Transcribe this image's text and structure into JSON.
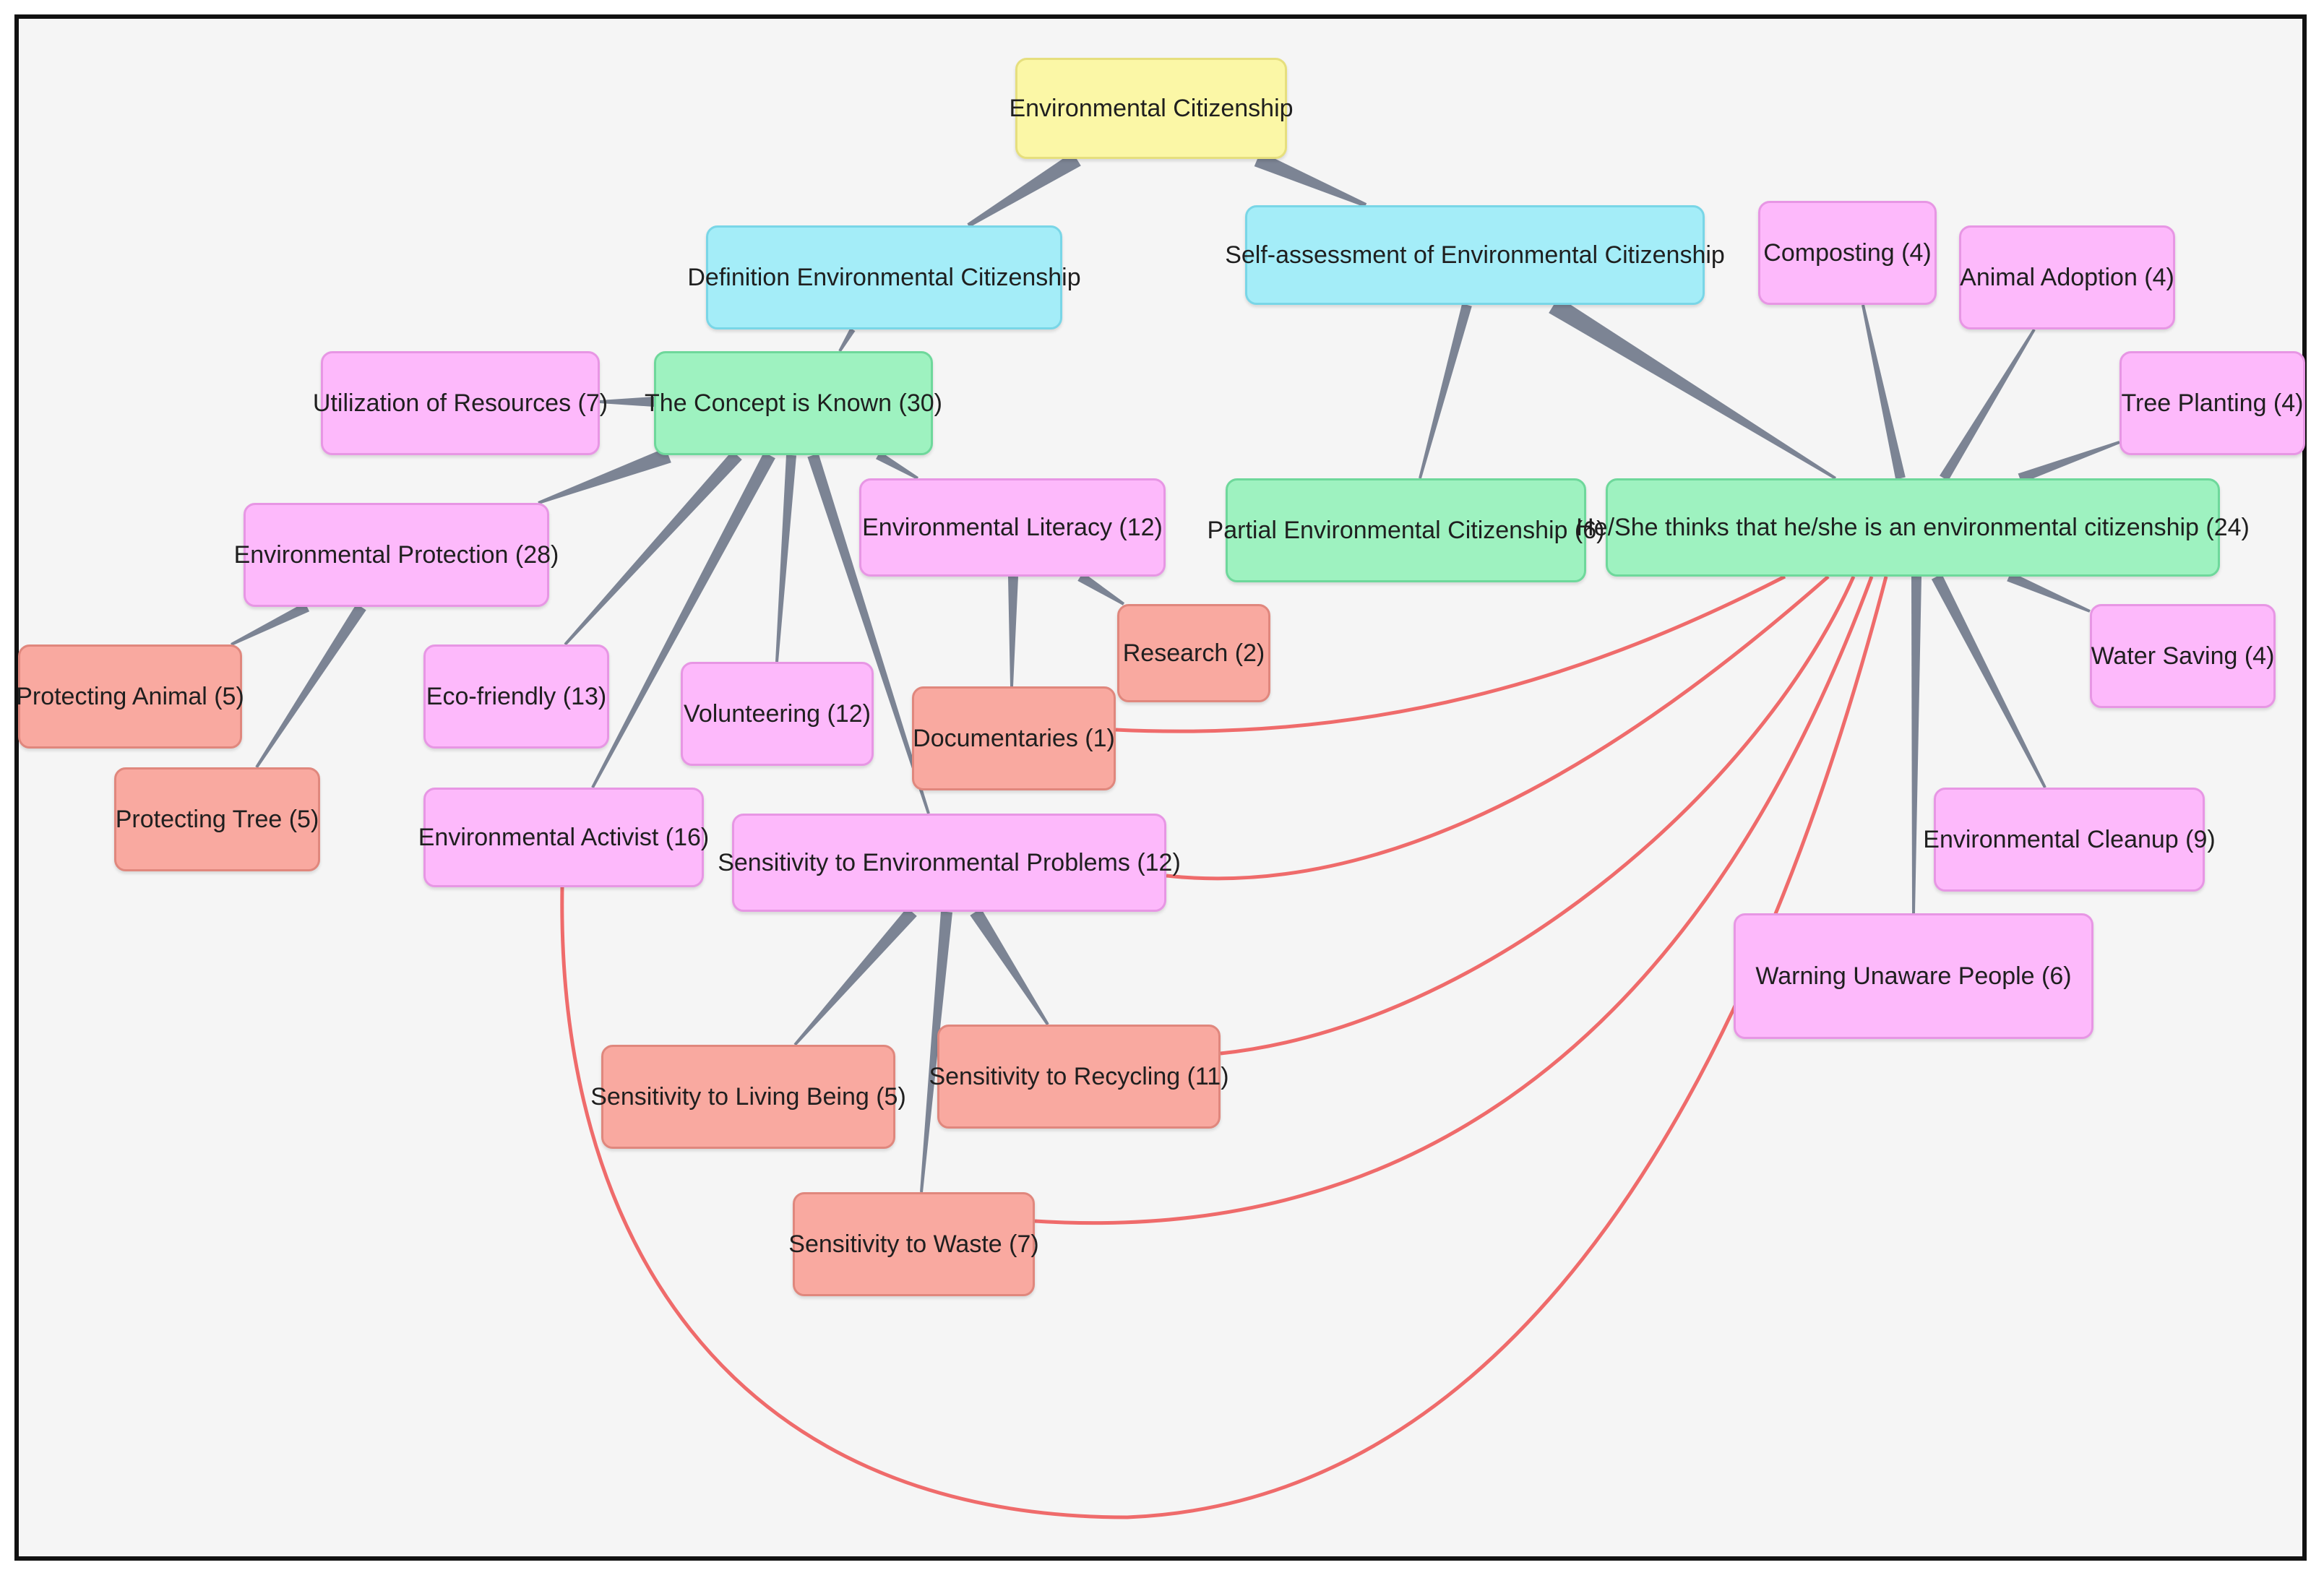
{
  "colors": {
    "root": "#fbf7a6",
    "category": "#a4edf8",
    "theme": "#9ef2c0",
    "code": "#fdb9fb",
    "subcode": "#f9a9a0",
    "tree_edge": "#7c8494",
    "cross_link": "#ef6b6b"
  },
  "nodes": {
    "root": "Environmental Citizenship",
    "definition": "Definition Environmental Citizenship",
    "self_assessment": "Self-assessment of Environmental Citizenship",
    "concept_known": "The Concept is Known (30)",
    "utilization": "Utilization of Resources (7)",
    "env_protection": "Environmental Protection (28)",
    "protecting_animal": "Protecting Animal (5)",
    "protecting_tree": "Protecting Tree (5)",
    "eco_friendly": "Eco-friendly (13)",
    "volunteering": "Volunteering (12)",
    "env_literacy": "Environmental Literacy (12)",
    "research": "Research (2)",
    "documentaries": "Documentaries (1)",
    "env_activist": "Environmental Activist (16)",
    "sensitivity_problems": "Sensitivity to Environmental Problems (12)",
    "sensitivity_living": "Sensitivity to Living Being (5)",
    "sensitivity_recycling": "Sensitivity to Recycling (11)",
    "sensitivity_waste": "Sensitivity to Waste (7)",
    "partial": "Partial Environmental Citizenship (6)",
    "thinks": "He/She thinks that he/she is an environmental citizenship  (24)",
    "composting": "Composting (4)",
    "animal_adoption": "Animal Adoption (4)",
    "tree_planting": "Tree Planting (4)",
    "water_saving": "Water Saving (4)",
    "env_cleanup": "Environmental Cleanup (9)",
    "warning": "Warning Unaware People (6)"
  }
}
